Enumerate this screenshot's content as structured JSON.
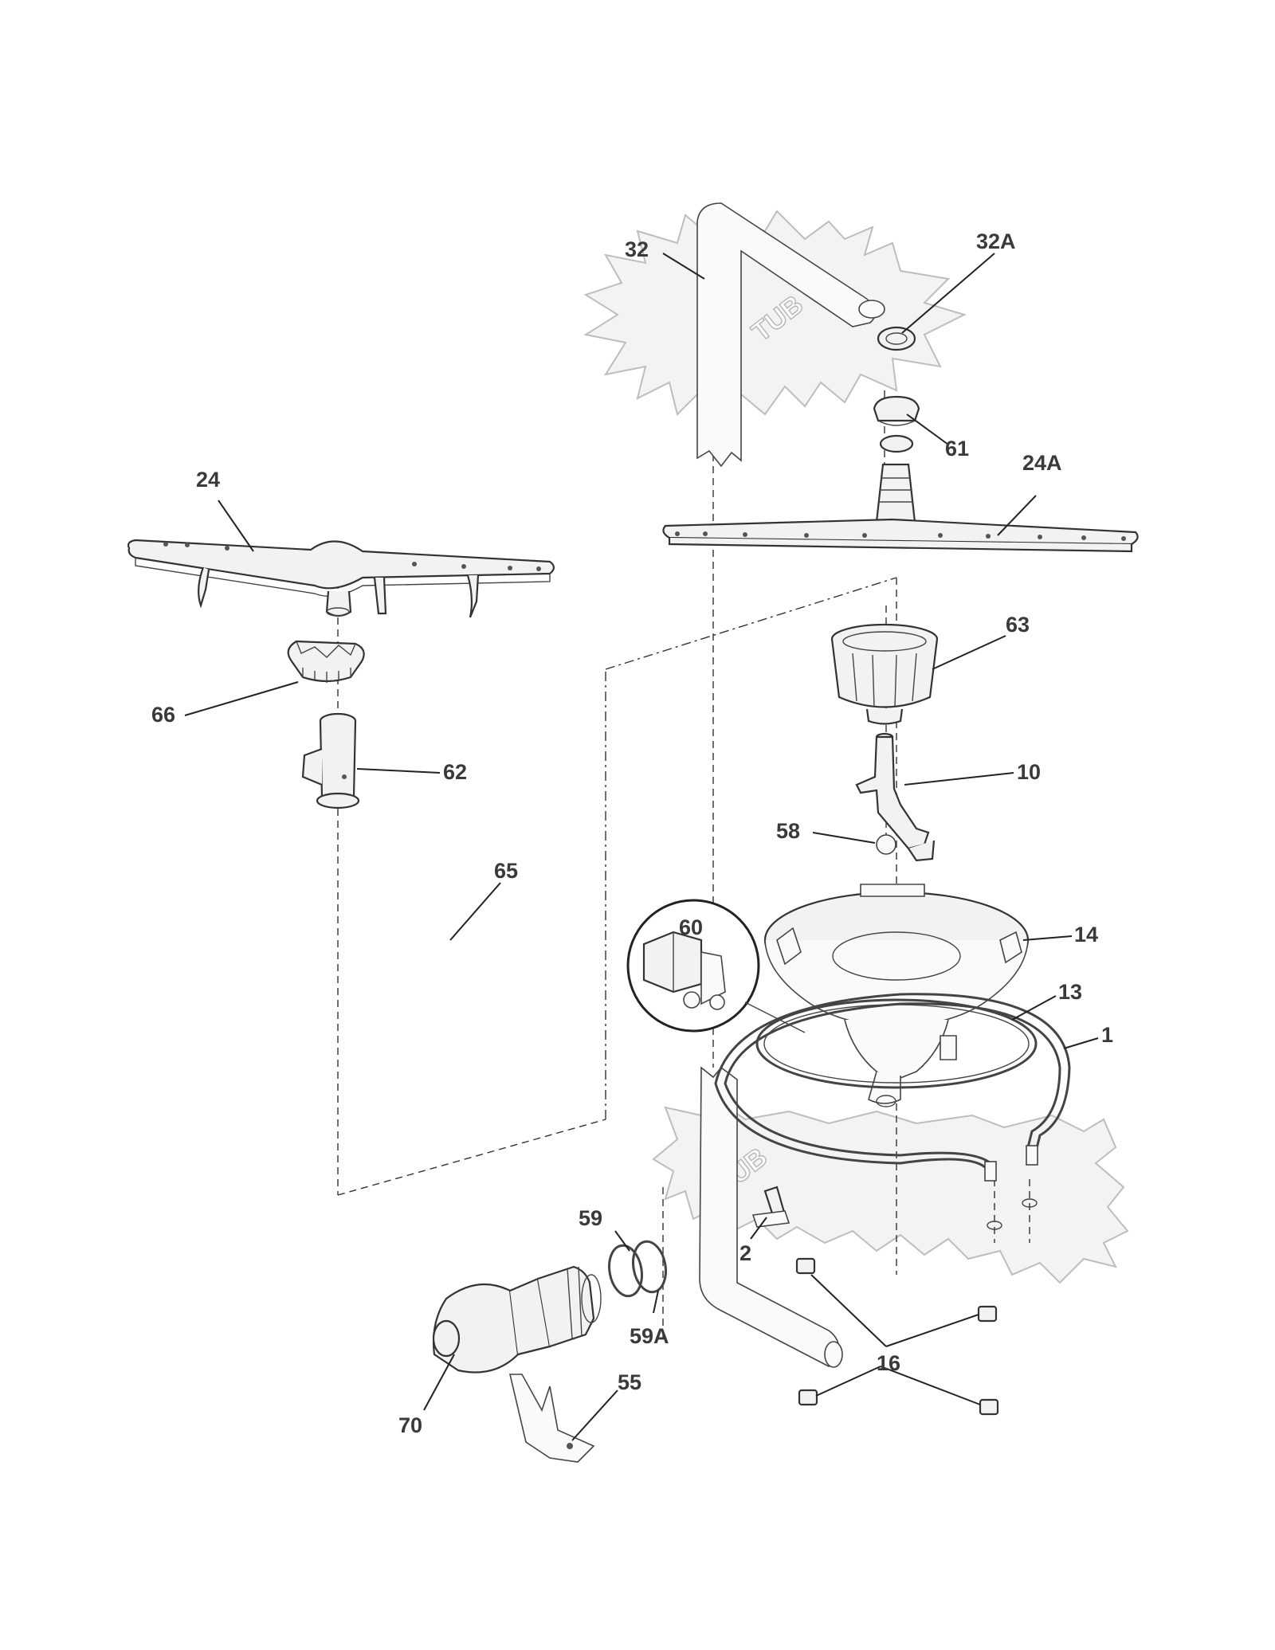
{
  "tub_labels": [
    "TUB",
    "TUB"
  ],
  "callouts": [
    {
      "id": "32",
      "text": "32"
    },
    {
      "id": "32A",
      "text": "32A"
    },
    {
      "id": "61",
      "text": "61"
    },
    {
      "id": "24A",
      "text": "24A"
    },
    {
      "id": "24",
      "text": "24"
    },
    {
      "id": "63",
      "text": "63"
    },
    {
      "id": "66",
      "text": "66"
    },
    {
      "id": "62",
      "text": "62"
    },
    {
      "id": "10",
      "text": "10"
    },
    {
      "id": "58",
      "text": "58"
    },
    {
      "id": "65",
      "text": "65"
    },
    {
      "id": "60",
      "text": "60"
    },
    {
      "id": "14",
      "text": "14"
    },
    {
      "id": "13",
      "text": "13"
    },
    {
      "id": "1",
      "text": "1"
    },
    {
      "id": "59",
      "text": "59"
    },
    {
      "id": "2",
      "text": "2"
    },
    {
      "id": "59A",
      "text": "59A"
    },
    {
      "id": "16",
      "text": "16"
    },
    {
      "id": "55",
      "text": "55"
    },
    {
      "id": "70",
      "text": "70"
    }
  ]
}
